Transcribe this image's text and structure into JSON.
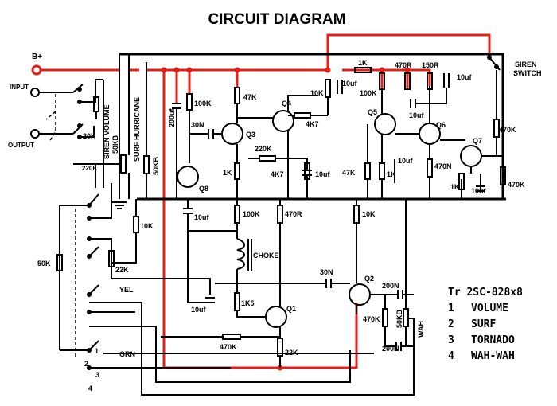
{
  "title": "CIRCUIT DIAGRAM",
  "labels": {
    "b_plus": "B+",
    "input": "INPUT",
    "output": "OUTPUT",
    "siren_volume": "SIREN VOLUME",
    "surf_hurricane": "SURF HURRICANE",
    "siren_switch": "SIREN\nSWITCH",
    "choke": "CHOKE",
    "yel": "YEL",
    "grn": "GRN",
    "wah": "WAH",
    "sw1": "1",
    "sw2": "2",
    "sw3": "3",
    "sw4": "4"
  },
  "components": {
    "r_1k_top": "1K",
    "r_470r": "470R",
    "r_150r": "150R",
    "c_10uf_top": "10uf",
    "c_10uf_q4": "10uf",
    "r_10k_q4": "10K",
    "r_47k_q3": "47K",
    "r_100k_q3": "100K",
    "c_200uf": "200uf",
    "c_30n_top": "30N",
    "r_4k7_q4": "4K7",
    "r_220k_mid": "220K",
    "r_1k_q3": "1K",
    "r_4k7_mid": "4K7",
    "c_10uf_mid": "10uf",
    "r_20k": "20K",
    "pot_50kb_a": "50KB",
    "pot_50kb_b": "50KB",
    "r_220k_left": "220K",
    "r_100k_q5": "100K",
    "c_10uf_q5": "10uf",
    "r_47k_q6": "47K",
    "r_1k_q6": "1K",
    "c_10uf_q6": "10uf",
    "r_470n": "470N",
    "r_1k_q7": "1K",
    "c_10uf_q7": "10uf",
    "r_470k_q7": "470K",
    "r_470k_sw": "470K",
    "c_10uf_q8": "10uf",
    "r_100k_low": "100K",
    "r_470r_low": "470R",
    "r_10k_low": "10K",
    "r_10k_left": "10K",
    "r_50k_left": "50K",
    "r_22k_left": "22K",
    "c_30n_low": "30N",
    "r_1k5": "1K5",
    "c_10uf_low": "10uf",
    "r_470k_low": "470K",
    "r_22k_low": "22K",
    "c_200n_a": "200N",
    "c_200n_b": "200N",
    "r_470k_q2": "470K",
    "pot_50kb_q2": "50KB"
  },
  "transistors": [
    "Q1",
    "Q2",
    "Q3",
    "Q4",
    "Q5",
    "Q6",
    "Q7",
    "Q8"
  ],
  "legend": {
    "header": "Tr  2SC-828x8",
    "items": [
      {
        "num": "1",
        "name": "VOLUME"
      },
      {
        "num": "2",
        "name": "SURF"
      },
      {
        "num": "3",
        "name": "TORNADO"
      },
      {
        "num": "4",
        "name": "WAH-WAH"
      }
    ]
  },
  "colors": {
    "background": "#ffffff",
    "wire": "#000000",
    "supply_wire": "#e0201a"
  }
}
